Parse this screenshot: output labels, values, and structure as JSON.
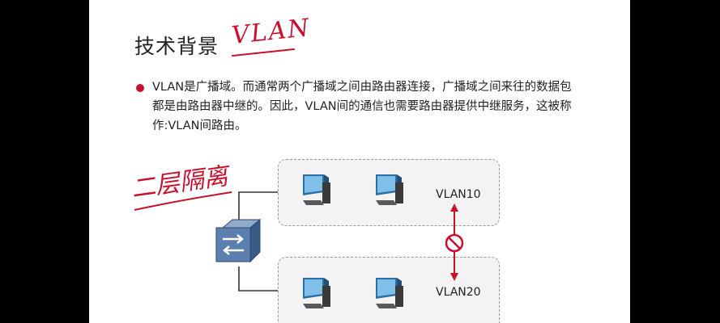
{
  "slide": {
    "title": "技术背景",
    "handwritten_title_note": "VLAN",
    "bullet_lines": [
      "VLAN是广播域。而通常两个广播域之间由路由器连接，广播域之间来往的数据包",
      "都是由路由器中继的。因此，VLAN间的通信也需要路由器提供中继服务，这被称",
      "作:VLAN间路由。"
    ],
    "handwritten_side_note": "二层隔离",
    "diagram": {
      "zone_top_label": "VLAN10",
      "zone_bottom_label": "VLAN20"
    }
  },
  "colors": {
    "accent_red": "#c8102e",
    "switch_blue": "#4a6e9c",
    "pc_blue": "#4f8fc0"
  },
  "icons": [
    "switch-icon",
    "computer-icon",
    "blocked-icon"
  ]
}
